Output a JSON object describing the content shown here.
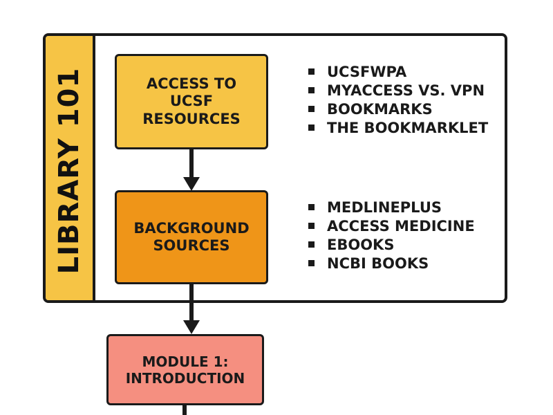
{
  "sidebar": {
    "title": "LIBRARY 101"
  },
  "nodes": {
    "access": {
      "label": "ACCESS TO\nUCSF\nRESOURCES",
      "fill": "#f6c445",
      "items": [
        "UCSFWPA",
        "MYACCESS VS. VPN",
        "BOOKMARKS",
        "THE BOOKMARKLET"
      ]
    },
    "background": {
      "label": "BACKGROUND\nSOURCES",
      "fill": "#ef9518",
      "items": [
        "MEDLINEPLUS",
        "ACCESS MEDICINE",
        "EBOOKS",
        "NCBI BOOKS"
      ]
    },
    "module": {
      "label": "MODULE 1:\nINTRODUCTION",
      "fill": "#f58f80"
    }
  },
  "edges": [
    {
      "from": "access",
      "to": "background"
    },
    {
      "from": "background",
      "to": "module"
    },
    {
      "from": "module",
      "to": "next"
    }
  ],
  "colors": {
    "outline": "#1a1a1a",
    "frame_background": "#ffffff",
    "sidebar": "#f6c445"
  }
}
